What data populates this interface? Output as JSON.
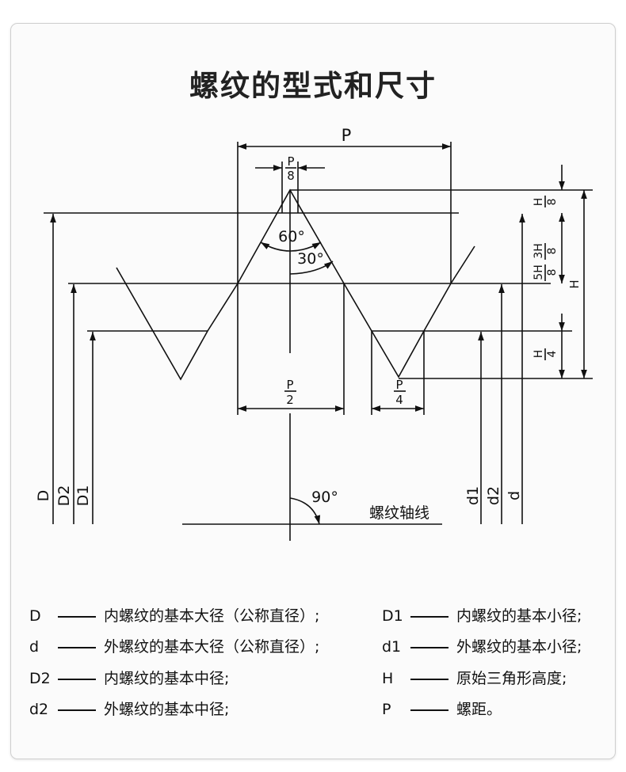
{
  "title": "螺纹的型式和尺寸",
  "diagram": {
    "labels": {
      "pitch": "P",
      "p8_num": "P",
      "p8_den": "8",
      "p2_num": "P",
      "p2_den": "2",
      "p4_num": "P",
      "p4_den": "4",
      "h8_num": "H",
      "h8_den": "8",
      "3h8_num": "3H",
      "3h8_den": "8",
      "5h8_num": "5H",
      "5h8_den": "8",
      "h4_num": "H",
      "h4_den": "4",
      "H": "H",
      "angle_60": "60°",
      "angle_30": "30°",
      "angle_90": "90°",
      "axis": "螺纹轴线",
      "D": "D",
      "D2": "D2",
      "D1": "D1",
      "d1": "d1",
      "d2": "d2",
      "d": "d"
    }
  },
  "legend": [
    {
      "symbol": "D",
      "desc": "内螺纹的基本大径（公称直径）;"
    },
    {
      "symbol": "D1",
      "desc": "内螺纹的基本小径;"
    },
    {
      "symbol": "d",
      "desc": "外螺纹的基本大径（公称直径）;"
    },
    {
      "symbol": "d1",
      "desc": "外螺纹的基本小径;"
    },
    {
      "symbol": "D2",
      "desc": "内螺纹的基本中径;"
    },
    {
      "symbol": "H",
      "desc": "原始三角形高度;"
    },
    {
      "symbol": "d2",
      "desc": "外螺纹的基本中径;"
    },
    {
      "symbol": "P",
      "desc": "螺距。"
    }
  ]
}
